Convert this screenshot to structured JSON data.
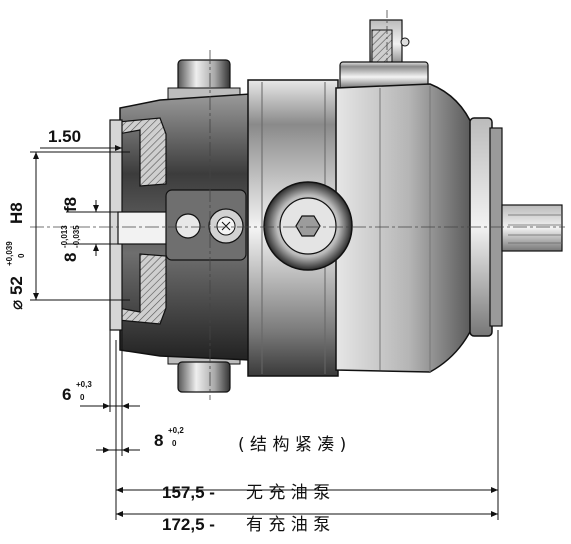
{
  "dimensions": {
    "wall": "1.50",
    "bore_prefix": "⌀ 52",
    "bore_tol_upper": "+0,039",
    "bore_tol_lower": "0",
    "bore_fit": "H8",
    "shaft_nominal": "8",
    "shaft_tol_upper": "-0,013",
    "shaft_tol_lower": "-0,035",
    "shaft_fit": "f8",
    "flange_nominal": "6",
    "flange_tol_upper": "+0,3",
    "flange_tol_lower": "0",
    "key_nominal": "8",
    "key_tol_upper": "+0,2",
    "key_tol_lower": "0"
  },
  "notes": {
    "compact": "( 结 构 紧 凑 )",
    "length_1_value": "157,5 -",
    "length_1_label": "无 充 油 泵",
    "length_2_value": "172,5 -",
    "length_2_label": "有 充 油 泵"
  }
}
